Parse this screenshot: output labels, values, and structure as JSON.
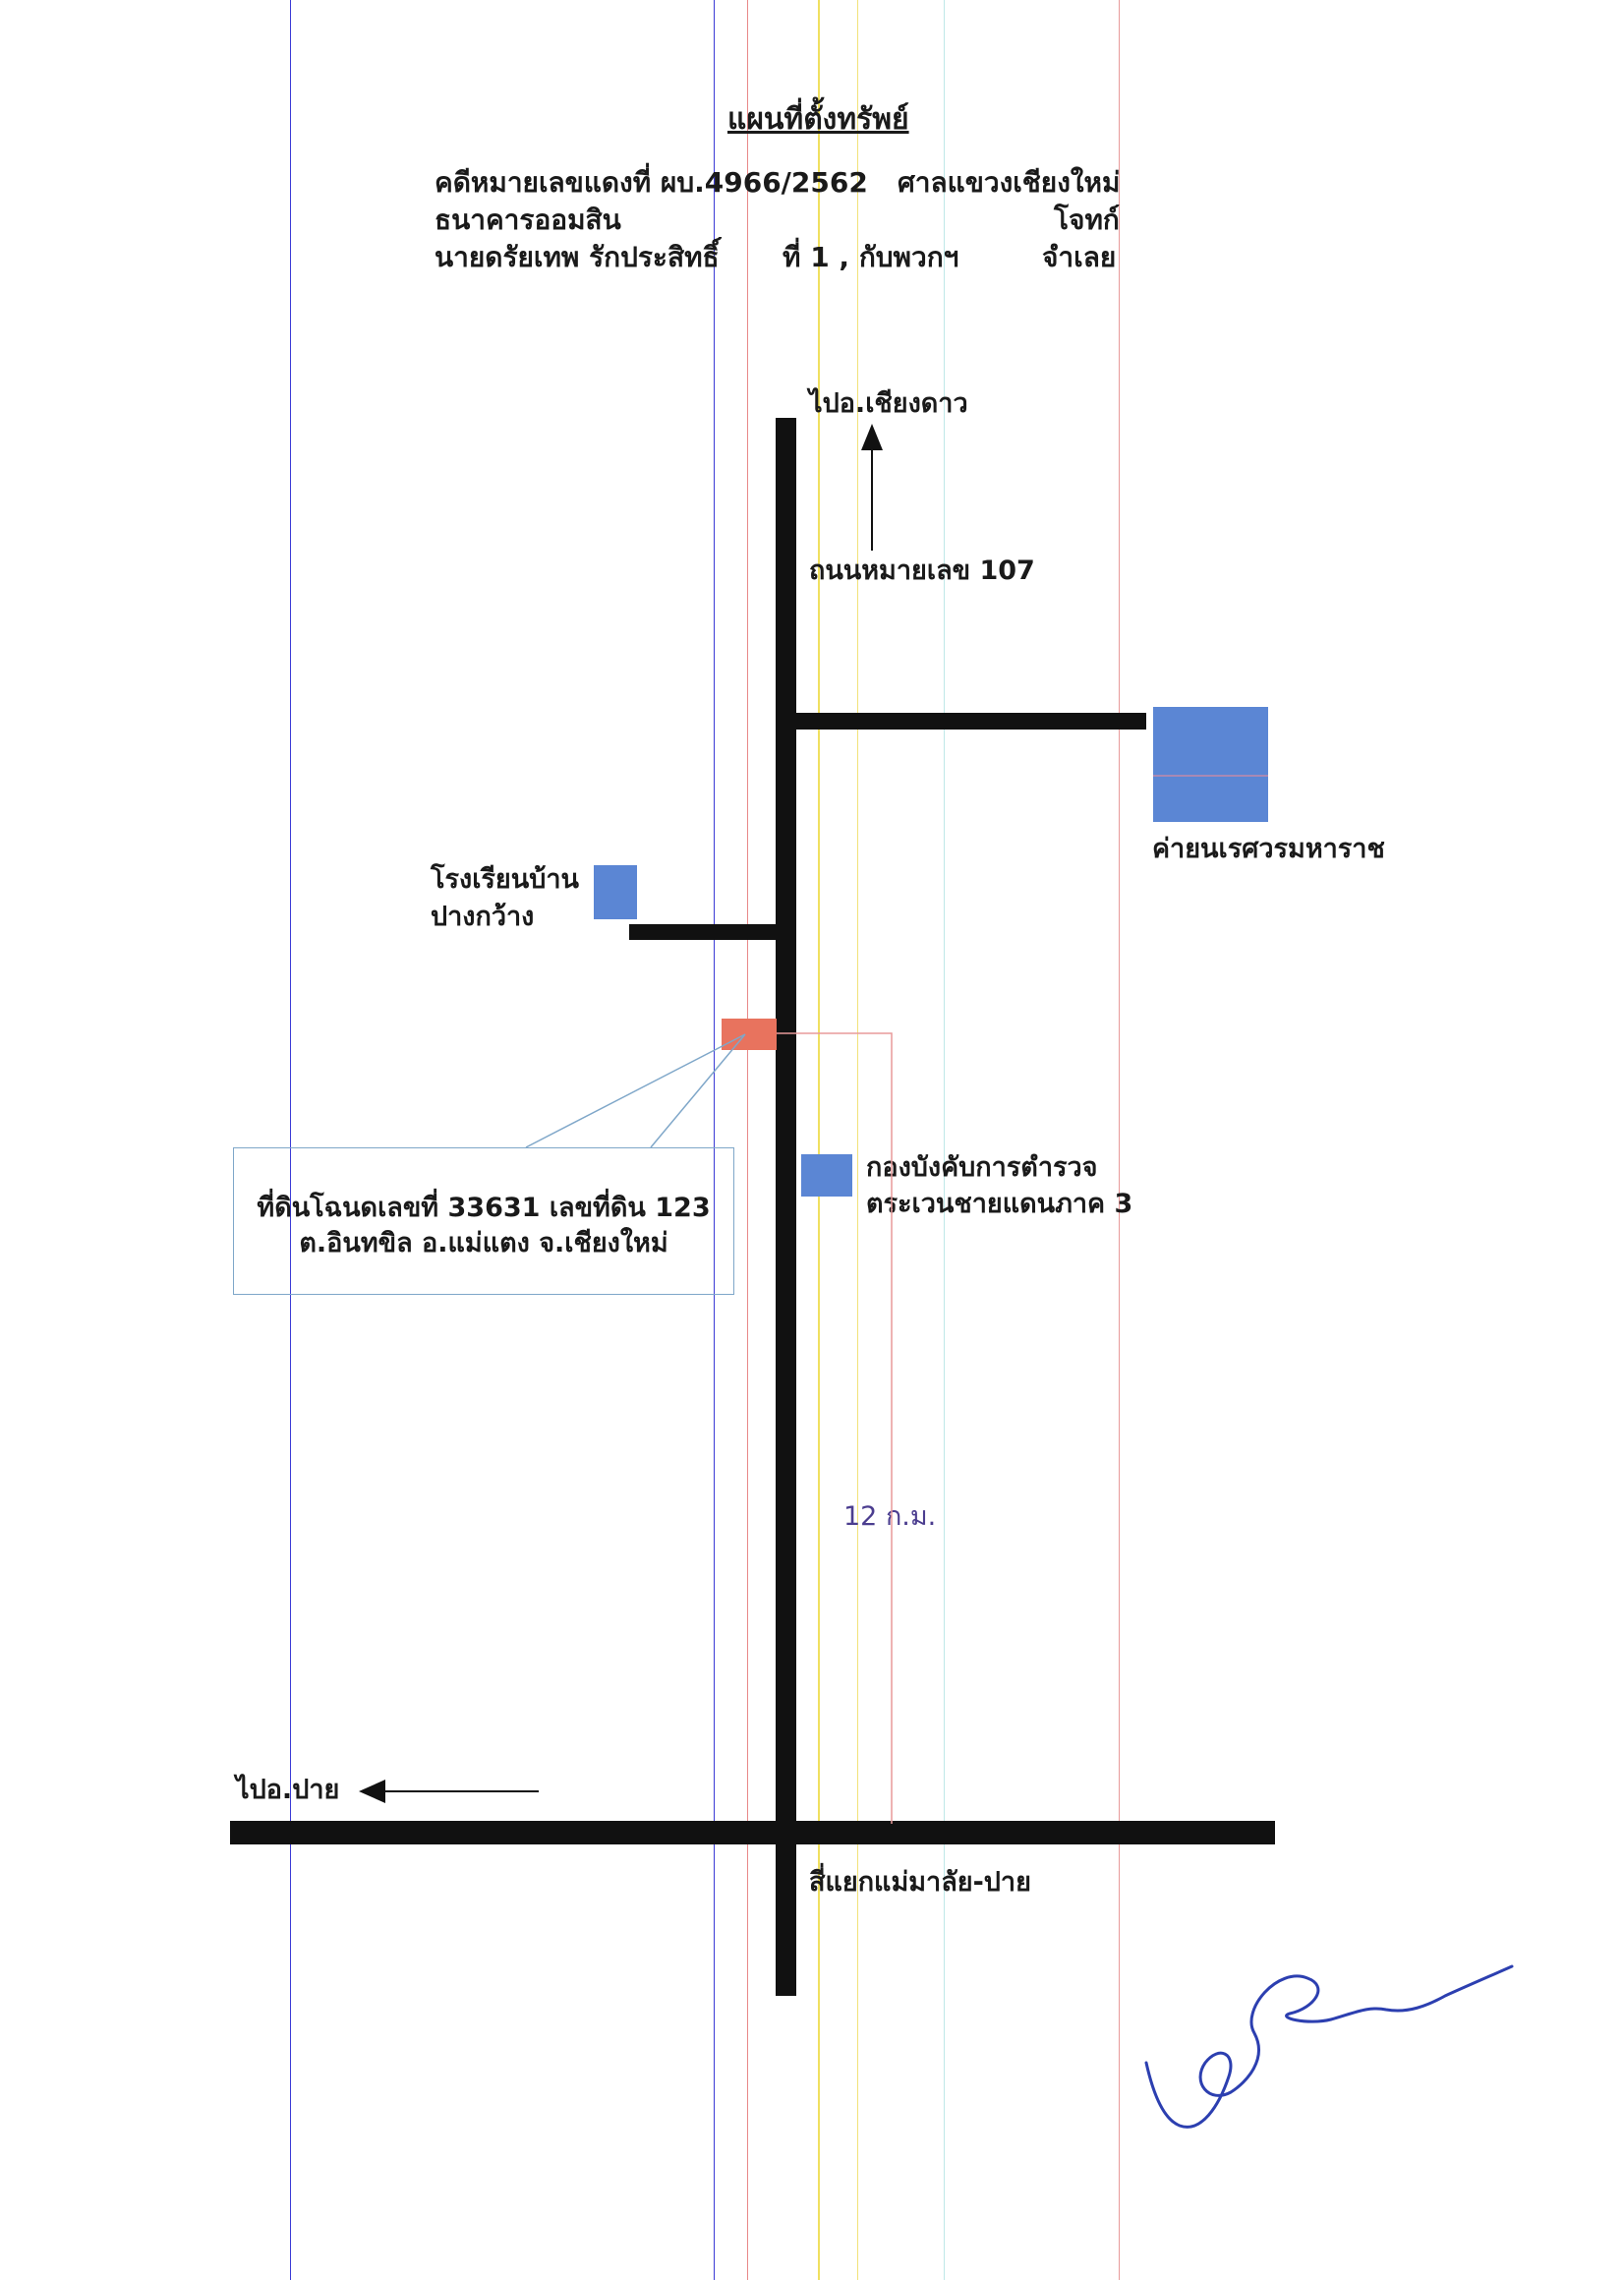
{
  "header": {
    "title": "แผนที่ตั้งทรัพย์",
    "case_line": "คดีหมายเลขแดงที่ ผบ.4966/2562",
    "court": "ศาลแขวงเชียงใหม่",
    "plaintiff_name": "ธนาคารออมสิน",
    "plaintiff_role": "โจทก์",
    "defendant_name": "นายดรัยเทพ  รักประสิทธิ์",
    "defendant_no": "ที่ 1 , กับพวกฯ",
    "defendant_role": "จำเลย"
  },
  "map": {
    "north_label": "ไปอ.เชียงดาว",
    "road_label": "ถนนหมายเลข 107",
    "camp_label": "ค่ายนเรศวรมหาราช",
    "school_label_1": "โรงเรียนบ้าน",
    "school_label_2": "ปางกว้าง",
    "police_label_1": "กองบังคับการตำรวจ",
    "police_label_2": "ตระเวนชายแดนภาค 3",
    "property_line_1": "ที่ดินโฉนดเลขที่ 33631 เลขที่ดิน 123",
    "property_line_2": "ต.อินทขิล  อ.แม่แตง  จ.เชียงใหม่",
    "distance_label": "12 ก.ม.",
    "west_label": "ไปอ.ปาย",
    "junction_label": "สี่แยกแม่มาลัย-ปาย"
  },
  "colors": {
    "road": "#111111",
    "landmark": "#5b86d4",
    "property": "#e8735e",
    "distance_text": "#4b3d8f",
    "leader": "#e89a9a",
    "callout_border": "#7fa7c9",
    "signature": "#2c3fb0"
  }
}
